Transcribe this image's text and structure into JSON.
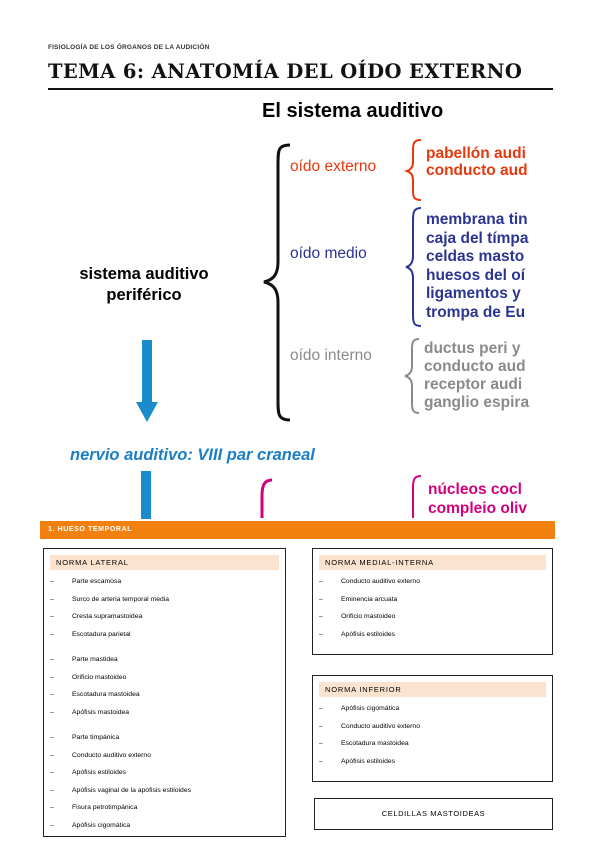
{
  "header": {
    "subject": "FISIOLOGÍA DE LOS ÓRGANOS DE LA AUDICIÓN",
    "title": "TEMA 6: ANATOMÍA DEL OÍDO EXTERNO"
  },
  "figure": {
    "title": "El sistema auditivo",
    "peripheral_label": "sistema auditivo periférico",
    "outer": {
      "label": "oído externo",
      "items": [
        "pabellón audi",
        "conducto aud"
      ]
    },
    "middle": {
      "label": "oído medio",
      "items": [
        "membrana tin",
        "caja del tímpa",
        "celdas masto",
        "huesos del oí",
        "ligamentos y",
        "trompa de Eu"
      ]
    },
    "inner": {
      "label": "oído interno",
      "items": [
        "ductus peri y",
        "conducto aud",
        "receptor audi",
        "ganglio espira"
      ]
    },
    "nerve": "nervio auditivo: VIII par craneal",
    "nuclei": [
      "núcleos cocl",
      "compleio oliv"
    ],
    "colors": {
      "outer": "#e8380d",
      "middle": "#2b3590",
      "inner": "#8a8a8a",
      "arrow": "#1a8ccc",
      "nerve": "#1c7ec4",
      "brace_magenta": "#d4007a"
    }
  },
  "section": {
    "title": "1.  HUESO TEMPORAL",
    "color": "#f1800e"
  },
  "lateral": {
    "heading": "NORMA LATERAL",
    "groups": [
      [
        "Parte escamosa",
        "Surco de arteria temporal media",
        "Cresta supramastoidea",
        "Escotadura parietal"
      ],
      [
        "Parte mastidea",
        "Orificio mastoideo",
        "Escotadura mastoidea",
        "Apófisis mastoidea"
      ],
      [
        "Parte timpánica",
        "Conducto auditivo externo",
        "Apófisis estiloides",
        "Apófisis vaginal de la apófisis estiloides",
        "Fisura petrotimpánica",
        "Apófisis cigomática"
      ]
    ]
  },
  "medial": {
    "heading": "NORMA MEDIAL-INTERNA",
    "items": [
      "Conducto auditivo externo",
      "Eminencia arcuata",
      "Orificio mastoideo",
      "Apófisis estiloides"
    ]
  },
  "inferior": {
    "heading": "NORMA INFERIOR",
    "items": [
      "Apófisis cigomática",
      "Conducto auditivo externo",
      "Escotadura mastoidea",
      "Apófisis estiloides"
    ]
  },
  "celdillas": "CELDILLAS MASTOIDEAS"
}
